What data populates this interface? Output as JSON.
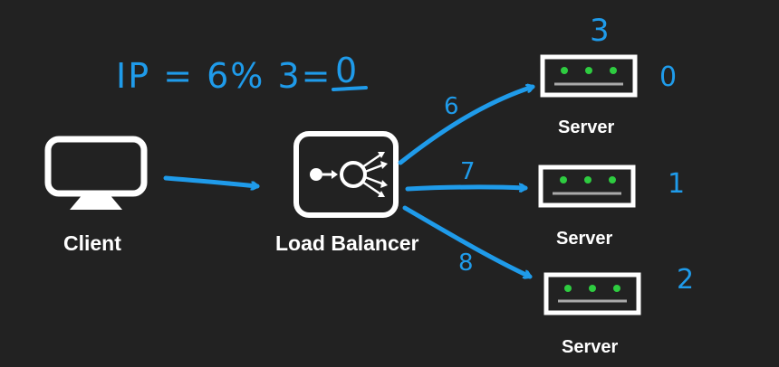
{
  "nodes": {
    "client": {
      "label": "Client"
    },
    "load_balancer": {
      "label": "Load Balancer"
    },
    "servers": [
      {
        "label": "Server",
        "index": "0",
        "edge_label": "6"
      },
      {
        "label": "Server",
        "index": "1",
        "edge_label": "7"
      },
      {
        "label": "Server",
        "index": "2",
        "edge_label": "8"
      }
    ]
  },
  "annotation": {
    "formula_left": "IP = 6% 3=",
    "formula_result": "0",
    "server_count": "3"
  },
  "colors": {
    "background": "#222222",
    "ink": "#ffffff",
    "pen": "#1f9bea",
    "led": "#2ecc40"
  }
}
